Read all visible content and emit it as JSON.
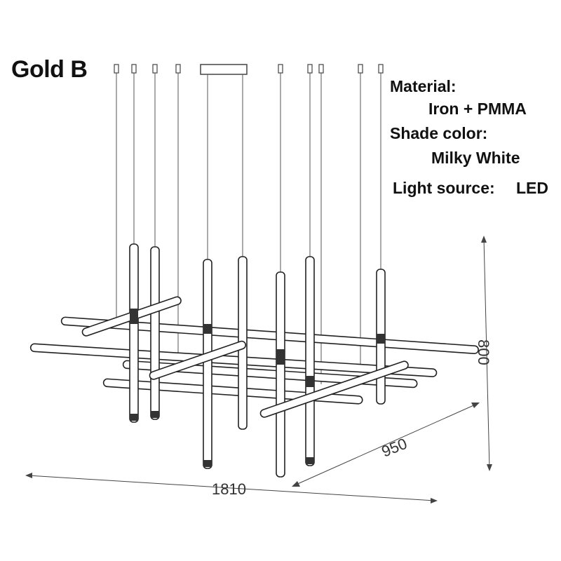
{
  "title": "Gold B",
  "specs": {
    "material_label": "Material:",
    "material_value": "Iron + PMMA",
    "shade_label": "Shade color:",
    "shade_value": "Milky White",
    "light_label": "Light source:",
    "light_value": "LED"
  },
  "dimensions": {
    "width": "1810",
    "depth": "950",
    "height": "800"
  }
}
